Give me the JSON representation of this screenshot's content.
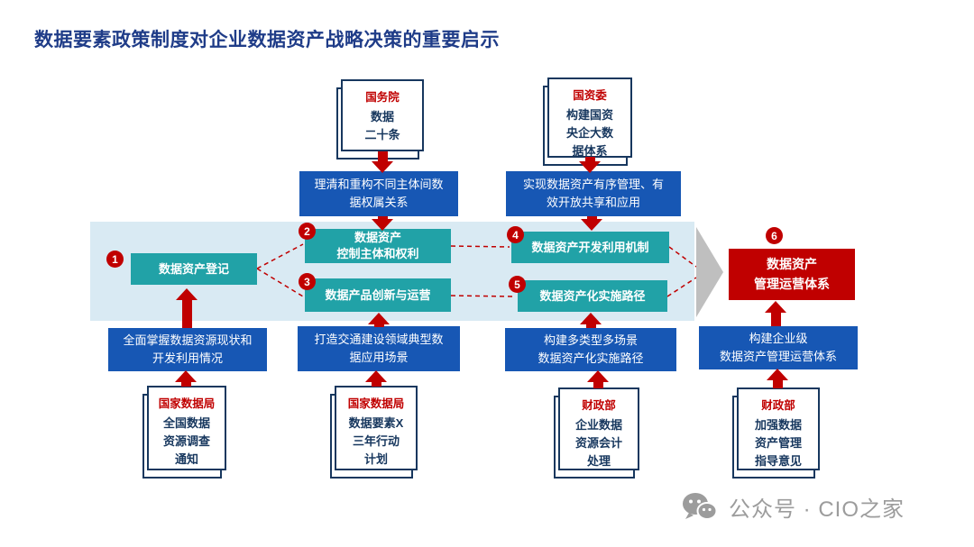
{
  "title": "数据要素政策制度对企业数据资产战略决策的重要启示",
  "colors": {
    "blue": "#1757B4",
    "teal": "#21A2A7",
    "red": "#C00000",
    "band": "#D9EAF3",
    "navy": "#17375E"
  },
  "top_docs": [
    {
      "agency": "国务院",
      "doc": "数据\n二十条"
    },
    {
      "agency": "国资委",
      "doc": "构建国资\n央企大数\n据体系"
    }
  ],
  "top_boxes": [
    {
      "label": "理清和重构不同主体间数\n据权属关系"
    },
    {
      "label": "实现数据资产有序管理、有\n效开放共享和应用"
    }
  ],
  "steps": [
    {
      "num": "1",
      "label": "数据资产登记"
    },
    {
      "num": "2",
      "label": "数据资产\n控制主体和权利"
    },
    {
      "num": "3",
      "label": "数据产品创新与运营"
    },
    {
      "num": "4",
      "label": "数据资产开发利用机制"
    },
    {
      "num": "5",
      "label": "数据资产化实施路径"
    }
  ],
  "result": {
    "num": "6",
    "label": "数据资产\n管理运营体系"
  },
  "bottom_boxes": [
    {
      "label": "全面掌握数据资源现状和\n开发利用情况"
    },
    {
      "label": "打造交通建设领域典型数\n据应用场景"
    },
    {
      "label": "构建多类型多场景\n数据资产化实施路径"
    },
    {
      "label": "构建企业级\n数据资产管理运营体系"
    }
  ],
  "bottom_docs": [
    {
      "agency": "国家数据局",
      "doc": "全国数据\n资源调查\n通知"
    },
    {
      "agency": "国家数据局",
      "doc": "数据要素X\n三年行动\n计划"
    },
    {
      "agency": "财政部",
      "doc": "企业数据\n资源会计\n处理"
    },
    {
      "agency": "财政部",
      "doc": "加强数据\n资产管理\n指导意见"
    }
  ],
  "watermark": "公众号 · CIO之家"
}
